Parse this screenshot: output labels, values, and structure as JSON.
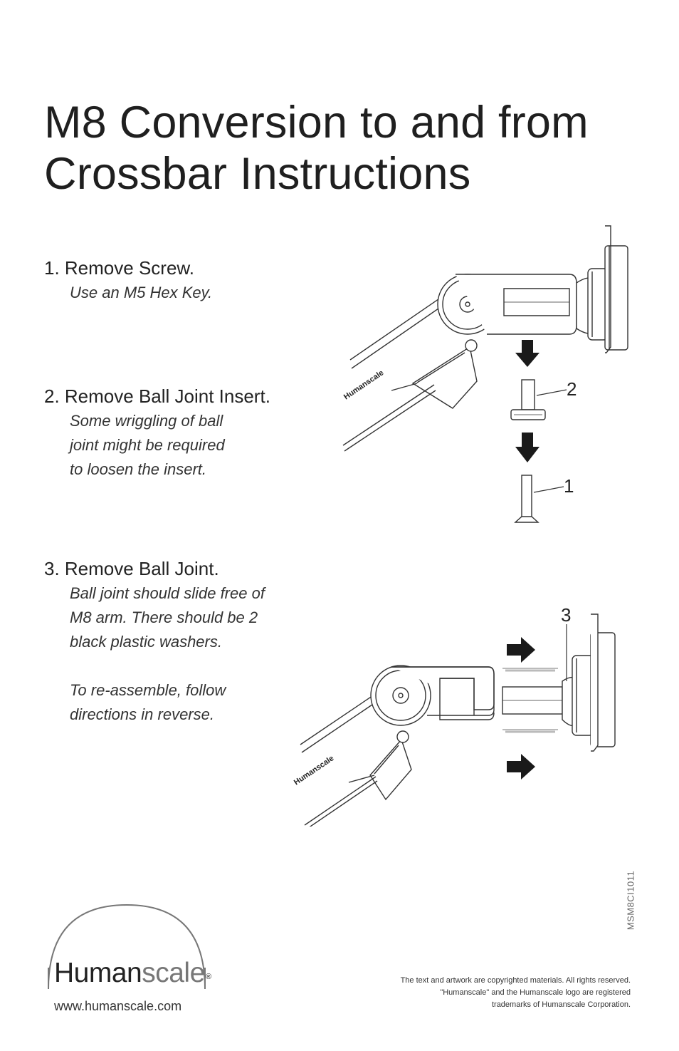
{
  "title": {
    "line1": "M8 Conversion to and from",
    "line2": "Crossbar Instructions"
  },
  "steps": [
    {
      "heading": "1.  Remove Screw.",
      "lines": [
        "Use an M5 Hex Key."
      ]
    },
    {
      "heading": "2. Remove Ball Joint Insert.",
      "lines": [
        "Some wriggling of ball",
        "joint might be required",
        "to loosen the insert."
      ]
    },
    {
      "heading": "3. Remove Ball Joint.",
      "lines": [
        "Ball joint should slide free of",
        "M8 arm. There should be 2",
        "black plastic washers."
      ],
      "extra_lines": [
        "To re-assemble, follow",
        "directions in reverse."
      ]
    }
  ],
  "diagram": {
    "arm_brand": "Humanscale",
    "callouts": {
      "insert": "2",
      "screw": "1",
      "ball_joint": "3"
    }
  },
  "doc_code": "MSM8CI1011",
  "logo": {
    "word_dark": "Human",
    "word_light": "scale",
    "registered": "®"
  },
  "url": "www.humanscale.com",
  "legal": [
    "The text and artwork are copyrighted materials. All rights reserved.",
    "\"Humanscale\" and the Humanscale logo are registered",
    "trademarks of Humanscale Corporation."
  ],
  "colors": {
    "text": "#222222",
    "arrow": "#1a1a1a",
    "line": "#333333"
  }
}
